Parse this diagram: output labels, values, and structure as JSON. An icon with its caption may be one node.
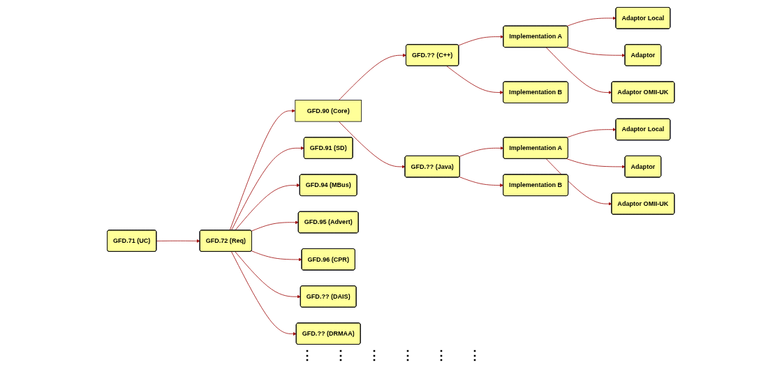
{
  "diagram": {
    "nodes": [
      {
        "text": [
          "GFD.71 (UC)"
        ]
      },
      {
        "text": [
          "GFD.72 (Req)"
        ]
      },
      {
        "text": [
          "GFD.90 (Core)"
        ]
      },
      {
        "text": [
          "GFD.91 (SD)"
        ]
      },
      {
        "text": [
          "GFD.94 (MBus)"
        ]
      },
      {
        "text": [
          "GFD.95 (Advert)"
        ]
      },
      {
        "text": [
          "GFD.96 (CPR)"
        ]
      },
      {
        "text": [
          "GFD.?? (DAIS)"
        ]
      },
      {
        "text": [
          "GFD.?? (DRMAA)"
        ]
      },
      {
        "text": [
          "GFD.?? (C++)"
        ]
      },
      {
        "text": [
          "GFD.?? (Java)"
        ]
      },
      {
        "text": [
          "Implementation A"
        ]
      },
      {
        "text": [
          "Implementation B"
        ]
      },
      {
        "text": [
          "Adaptor Local"
        ]
      },
      {
        "text": [
          "Adaptor"
        ]
      },
      {
        "text": [
          "Adaptor OMII-UK"
        ]
      },
      {
        "text": [
          "Implementation A"
        ]
      },
      {
        "text": [
          "Implementation B"
        ]
      },
      {
        "text": [
          "Adaptor Local"
        ]
      },
      {
        "text": [
          "Adaptor"
        ]
      },
      {
        "text": [
          "Adaptor OMII-UK"
        ]
      }
    ],
    "edges": [
      {
        "from": 0,
        "to": 1,
        "arrow": "to"
      },
      {
        "from": 1,
        "to": 2,
        "arrow": "to"
      },
      {
        "from": 1,
        "to": 3,
        "arrow": "to"
      },
      {
        "from": 1,
        "to": 4,
        "arrow": "to"
      },
      {
        "from": 1,
        "to": 5,
        "arrow": "to"
      },
      {
        "from": 1,
        "to": 6,
        "arrow": "to"
      },
      {
        "from": 1,
        "to": 7,
        "arrow": "to"
      },
      {
        "from": 1,
        "to": 8,
        "arrow": "to"
      },
      {
        "from": 2,
        "to": 9,
        "arrow": "to"
      },
      {
        "from": 2,
        "to": 10,
        "arrow": "to"
      },
      {
        "from": 9,
        "to": 11,
        "arrow": "to"
      },
      {
        "from": 9,
        "to": 12,
        "arrow": "to"
      },
      {
        "from": 11,
        "to": 13,
        "arrow": "to"
      },
      {
        "from": 11,
        "to": 14,
        "arrow": "to"
      },
      {
        "from": 11,
        "to": 15,
        "arrow": "to"
      },
      {
        "from": 10,
        "to": 16,
        "arrow": "to"
      },
      {
        "from": 10,
        "to": 17,
        "arrow": "to"
      },
      {
        "from": 16,
        "to": 18,
        "arrow": "to"
      },
      {
        "from": 16,
        "to": 19,
        "arrow": "to"
      },
      {
        "from": 16,
        "to": 20,
        "arrow": "to"
      }
    ],
    "labels": [
      "⋮",
      "⋮",
      "⋮",
      "⋮",
      "⋮",
      "⋮"
    ]
  }
}
